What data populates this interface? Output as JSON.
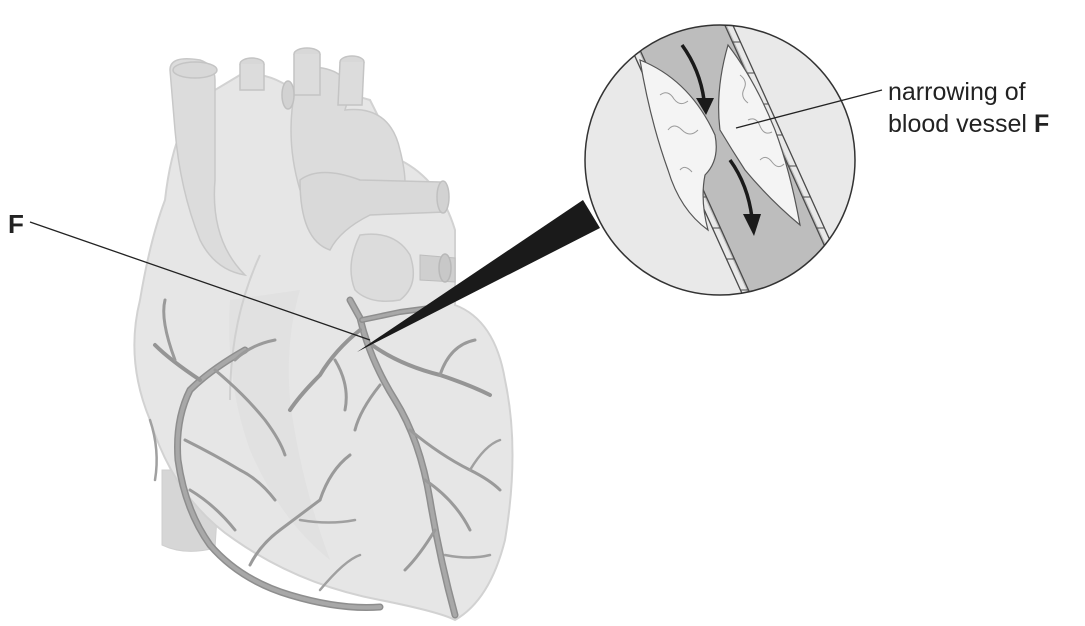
{
  "labels": {
    "vessel": "F",
    "narrowing_line1": "narrowing of",
    "narrowing_line2_text": "blood vessel",
    "narrowing_line2_bold": "F"
  },
  "colors": {
    "heart_fill": "#e4e4e4",
    "heart_shadow": "#cfcfcf",
    "vessel": "#9a9a9a",
    "vessel_dark": "#8a8a8a",
    "outline": "#3a3a3a",
    "blood": "#bdbdbd",
    "plaque": "#f2f2f2",
    "arrow": "#1a1a1a"
  }
}
